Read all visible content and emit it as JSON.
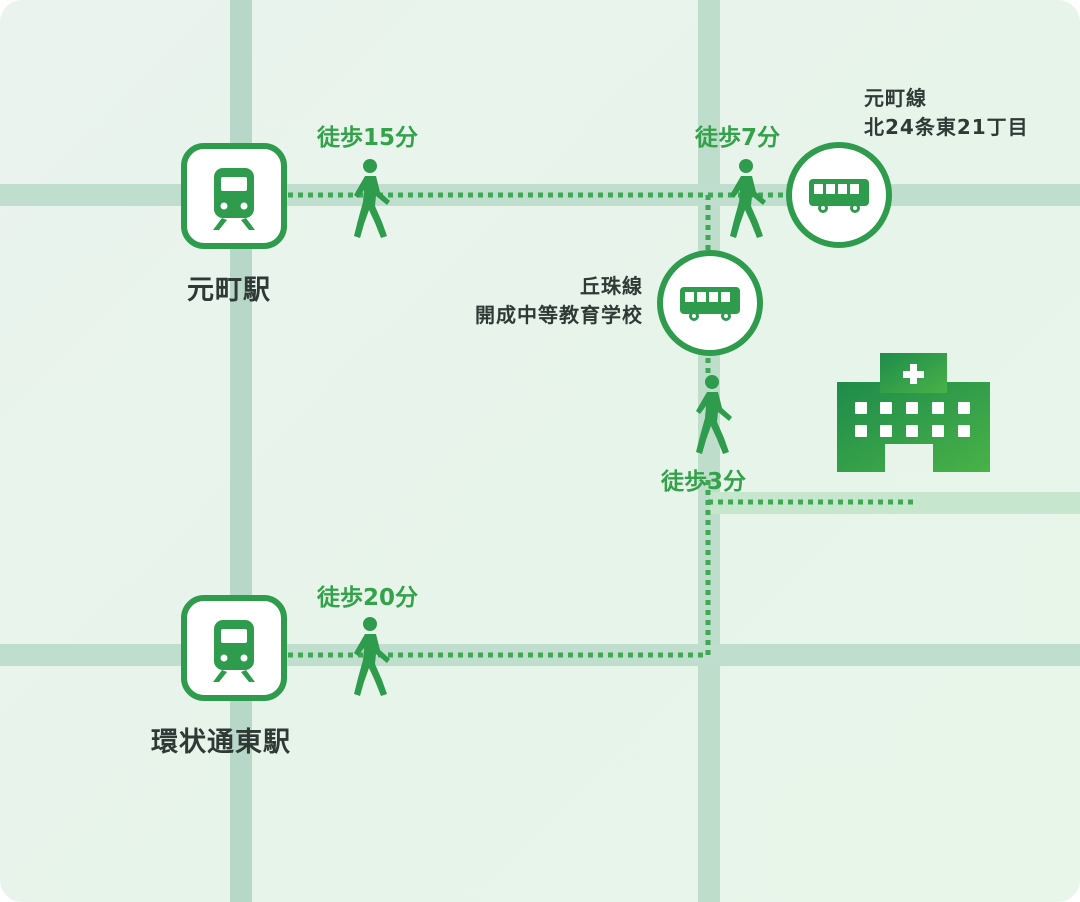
{
  "colors": {
    "road_vertical_left": "#b7d7c8",
    "road": "#c3e3cd",
    "route_dots": "#3ea853",
    "icon_green": "#2f9b4c",
    "text_dark": "#2f3a36",
    "text_green": "#33a24a"
  },
  "stations": [
    {
      "name": "元町駅",
      "icon": "train-icon"
    },
    {
      "name": "環状通東駅",
      "icon": "train-icon"
    }
  ],
  "bus_stops": [
    {
      "line": "元町線",
      "stop": "北24条東21丁目",
      "icon": "bus-icon"
    },
    {
      "line": "丘珠線",
      "stop": "開成中等教育学校",
      "icon": "bus-icon"
    }
  ],
  "walks": [
    {
      "label": "徒歩15分",
      "icon": "walking-person-icon"
    },
    {
      "label": "徒歩7分",
      "icon": "walking-person-icon"
    },
    {
      "label": "徒歩3分",
      "icon": "walking-person-icon"
    },
    {
      "label": "徒歩20分",
      "icon": "walking-person-icon"
    }
  ],
  "destination": {
    "icon": "hospital-icon"
  }
}
